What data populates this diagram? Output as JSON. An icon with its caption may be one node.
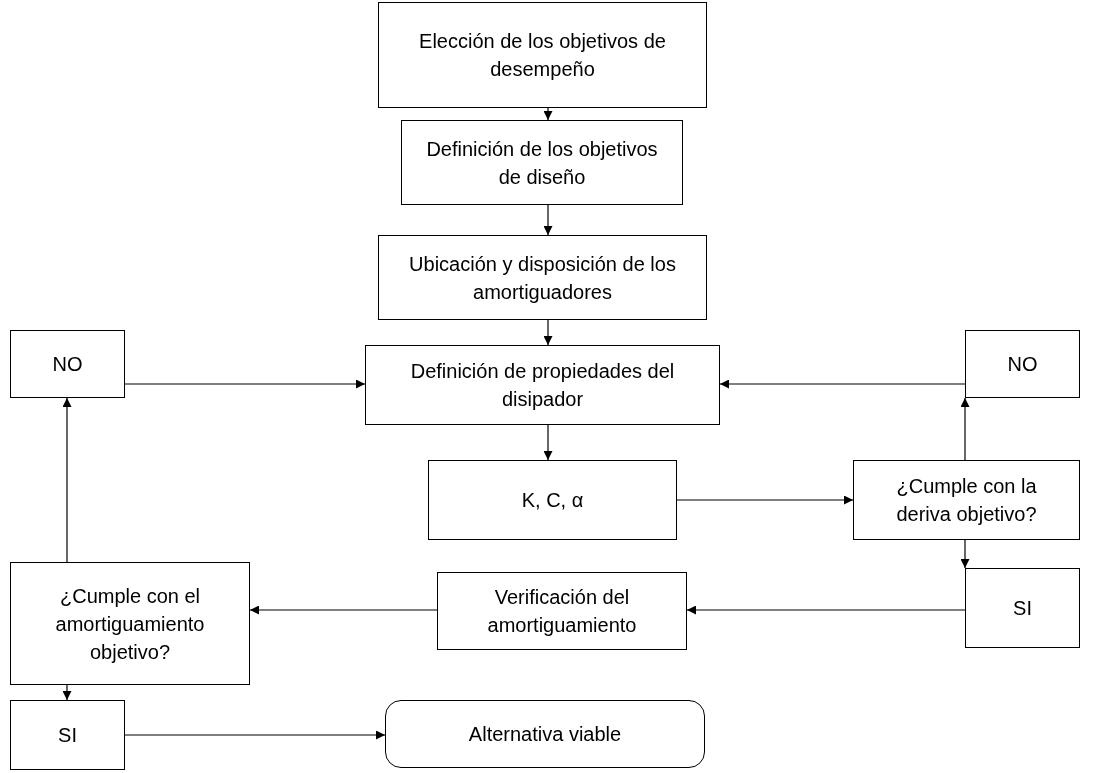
{
  "diagram": {
    "nodes": [
      {
        "text": [
          "Elección de los objetivos de desempeño"
        ]
      },
      {
        "text": [
          "Definición de los objetivos de diseño"
        ]
      },
      {
        "text": [
          "Ubicación y disposición de los amortiguadores"
        ]
      },
      {
        "text": [
          "Definición de propiedades del disipador"
        ]
      },
      {
        "text": [
          "NO"
        ]
      },
      {
        "text": [
          "NO"
        ]
      },
      {
        "text": [
          "K, C, α"
        ]
      },
      {
        "text": [
          "¿Cumple con la deriva objetivo?"
        ]
      },
      {
        "text": [
          "SI"
        ]
      },
      {
        "text": [
          "Verificación del amortiguamiento"
        ]
      },
      {
        "text": [
          "¿Cumple con el amortiguamiento objetivo?"
        ]
      },
      {
        "text": [
          "SI"
        ]
      },
      {
        "text": [
          "Alternativa viable"
        ]
      }
    ],
    "edges": [
      {
        "from": 0,
        "to": 1,
        "arrow": "to"
      },
      {
        "from": 1,
        "to": 2,
        "arrow": "to"
      },
      {
        "from": 2,
        "to": 3,
        "arrow": "to"
      },
      {
        "from": 3,
        "to": 6,
        "arrow": "to"
      },
      {
        "from": 6,
        "to": 7,
        "arrow": "to"
      },
      {
        "from": 7,
        "to": 5,
        "arrow": "to"
      },
      {
        "from": 5,
        "to": 3,
        "arrow": "to"
      },
      {
        "from": 7,
        "to": 8,
        "arrow": "to"
      },
      {
        "from": 8,
        "to": 9,
        "arrow": "to"
      },
      {
        "from": 9,
        "to": 10,
        "arrow": "to"
      },
      {
        "from": 10,
        "to": 4,
        "arrow": "to"
      },
      {
        "from": 4,
        "to": 3,
        "arrow": "to"
      },
      {
        "from": 10,
        "to": 11,
        "arrow": "to"
      },
      {
        "from": 11,
        "to": 12,
        "arrow": "to"
      }
    ]
  }
}
